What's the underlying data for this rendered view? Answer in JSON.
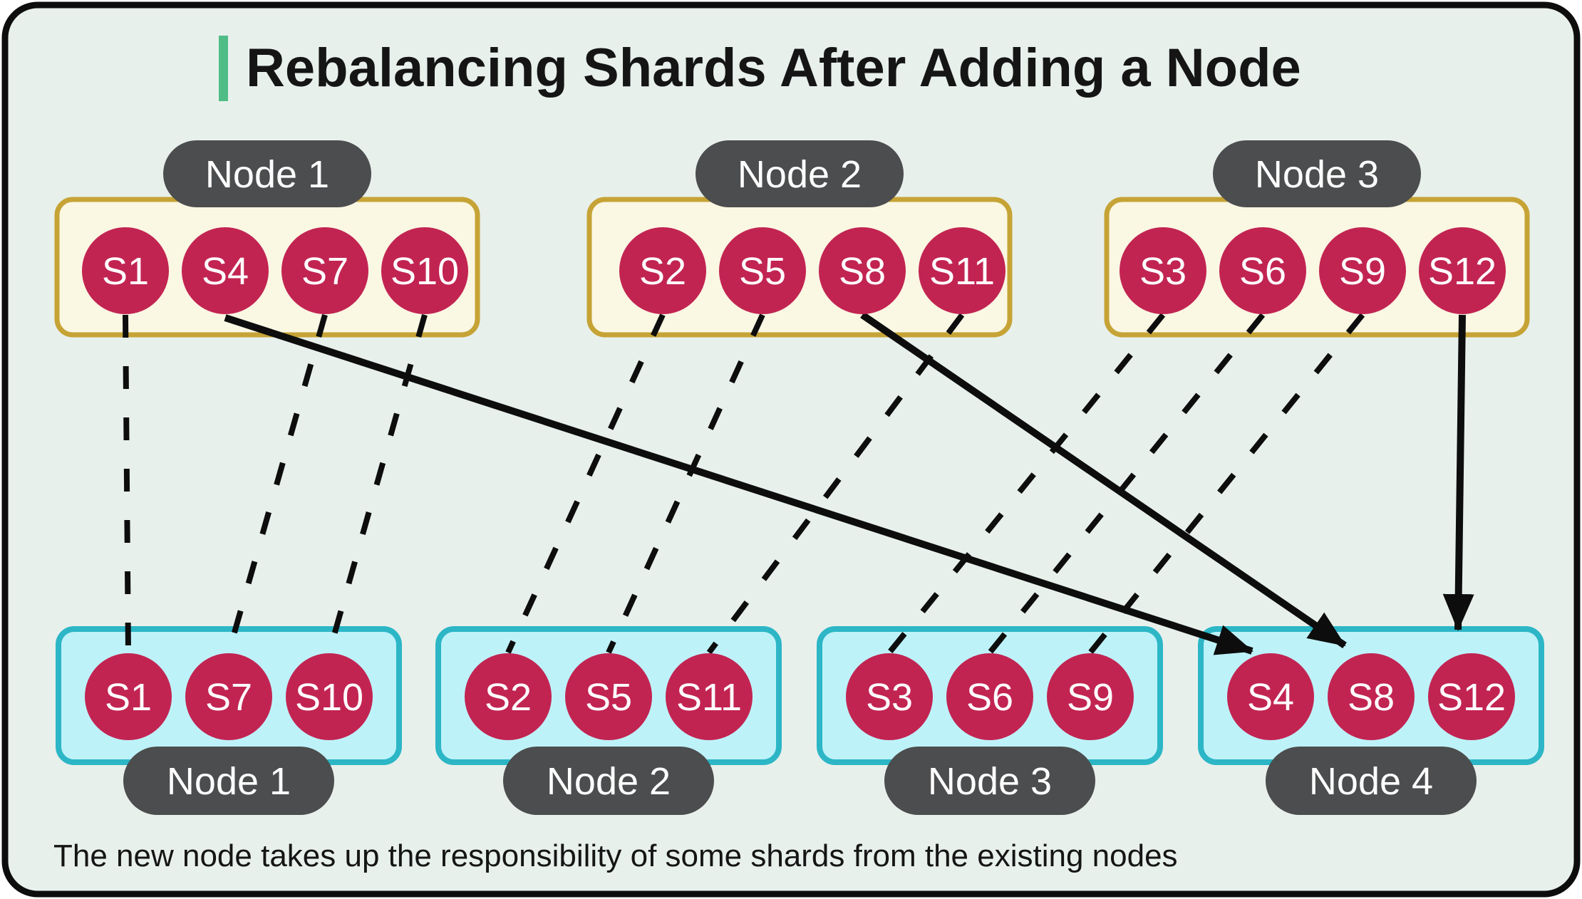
{
  "title": {
    "text": "Rebalancing Shards After Adding a Node",
    "accent_color": "#50bd87"
  },
  "caption": "The new node takes up the responsibility of some shards from the existing nodes",
  "colors": {
    "canvas_background": "#e8f0ec",
    "canvas_border": "#0d0d0d",
    "top_box_fill": "#faf7e3",
    "top_box_border": "#c6a335",
    "bottom_box_fill": "#bef2f9",
    "bottom_box_border": "#2cb6c6",
    "shard_fill": "#c22452",
    "node_pill_fill": "#4c4d4e",
    "connector": "#0d0d0d",
    "text_on_dark": "#ffffff"
  },
  "top_nodes": [
    {
      "label": "Node 1",
      "shards": [
        "S1",
        "S4",
        "S7",
        "S10"
      ]
    },
    {
      "label": "Node 2",
      "shards": [
        "S2",
        "S5",
        "S8",
        "S11"
      ]
    },
    {
      "label": "Node 3",
      "shards": [
        "S3",
        "S6",
        "S9",
        "S12"
      ]
    }
  ],
  "bottom_nodes": [
    {
      "label": "Node 1",
      "shards": [
        "S1",
        "S7",
        "S10"
      ]
    },
    {
      "label": "Node 2",
      "shards": [
        "S2",
        "S5",
        "S11"
      ]
    },
    {
      "label": "Node 3",
      "shards": [
        "S3",
        "S6",
        "S9"
      ]
    },
    {
      "label": "Node 4",
      "shards": [
        "S4",
        "S8",
        "S12"
      ]
    }
  ],
  "connections": {
    "retained_dashed": [
      {
        "shard": "S1",
        "from": "Node 1",
        "to": "Node 1"
      },
      {
        "shard": "S7",
        "from": "Node 1",
        "to": "Node 1"
      },
      {
        "shard": "S10",
        "from": "Node 1",
        "to": "Node 1"
      },
      {
        "shard": "S2",
        "from": "Node 2",
        "to": "Node 2"
      },
      {
        "shard": "S5",
        "from": "Node 2",
        "to": "Node 2"
      },
      {
        "shard": "S11",
        "from": "Node 2",
        "to": "Node 2"
      },
      {
        "shard": "S3",
        "from": "Node 3",
        "to": "Node 3"
      },
      {
        "shard": "S6",
        "from": "Node 3",
        "to": "Node 3"
      },
      {
        "shard": "S9",
        "from": "Node 3",
        "to": "Node 3"
      }
    ],
    "moved_solid_arrows": [
      {
        "shard": "S4",
        "from": "Node 1",
        "to": "Node 4"
      },
      {
        "shard": "S8",
        "from": "Node 2",
        "to": "Node 4"
      },
      {
        "shard": "S12",
        "from": "Node 3",
        "to": "Node 4"
      }
    ]
  }
}
